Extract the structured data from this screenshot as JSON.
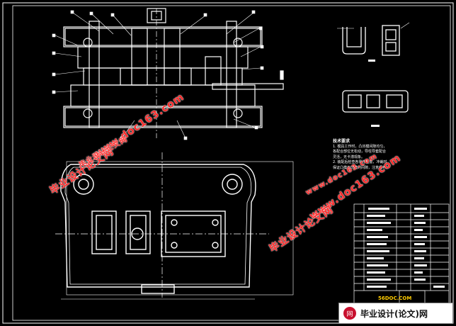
{
  "drawing": {
    "tech_requirements": {
      "title": "技术要求",
      "lines": [
        "1.  模具工作时，凸凹模间隙均匀，",
        "     各配合部位无松动，导柱导套配合",
        "     灵活，无卡滞现象。",
        "2.  装配后检查各零件位置，冲裁时",
        "     保证凸模与凹模的间隙，注意保养。"
      ]
    },
    "watermarks": [
      "www.doc163.com",
      "毕业设计论文网",
      "www.doc163.com",
      "毕业设计论文网",
      "www.doc163.com",
      "毕业设计论文网"
    ],
    "site_mark": "56DOC.COM",
    "badge_text": "毕业设计(论文)网",
    "badge_logo": "网"
  },
  "colors": {
    "background": "#000000",
    "lines": "#ffffff",
    "watermark": "#ff2a2a",
    "badge_bg": "#ffffff"
  }
}
